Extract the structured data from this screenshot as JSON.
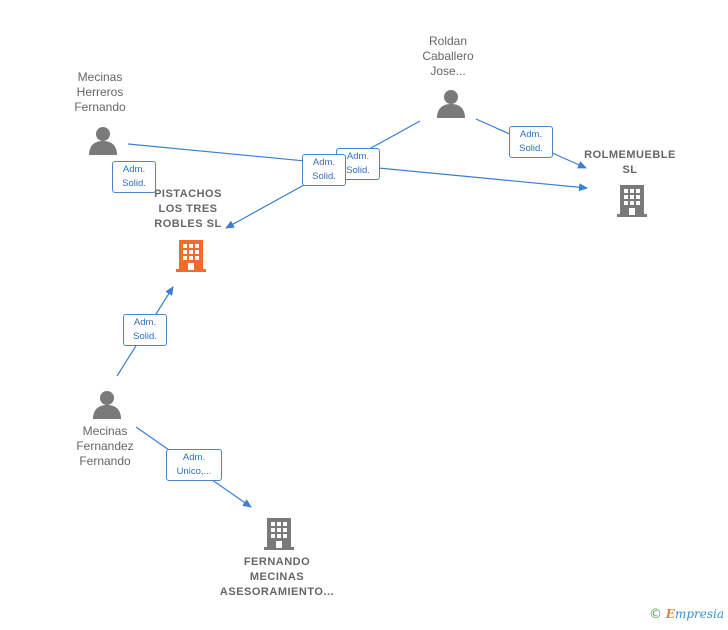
{
  "people": [
    {
      "id": "p1",
      "name_lines": [
        "Mecinas",
        "Herreros",
        "Fernando"
      ]
    },
    {
      "id": "p2",
      "name_lines": [
        "Roldan",
        "Caballero",
        "Jose..."
      ]
    },
    {
      "id": "p3",
      "name_lines": [
        "Mecinas",
        "Fernandez",
        "Fernando"
      ]
    }
  ],
  "companies": [
    {
      "id": "c1",
      "name_lines": [
        "PISTACHOS",
        "LOS TRES",
        "ROBLES  SL"
      ],
      "highlight": true
    },
    {
      "id": "c2",
      "name_lines": [
        "ROLMEMUEBLE",
        "SL"
      ],
      "highlight": false
    },
    {
      "id": "c3",
      "name_lines": [
        "FERNANDO",
        "MECINAS",
        "ASESORAMIENTO..."
      ],
      "highlight": false
    }
  ],
  "relations": [
    {
      "from": "p1",
      "to": "c2",
      "label_lines": [
        "Adm.",
        "Solid."
      ]
    },
    {
      "from": "p2",
      "to": "c1",
      "label_lines": [
        "Adm.",
        "Solid."
      ]
    },
    {
      "from": "p2",
      "to": "c2",
      "label_lines": [
        "Adm.",
        "Solid."
      ]
    },
    {
      "from": "p1",
      "to": "c1",
      "label_lines": [
        "Adm.",
        "Solid."
      ]
    },
    {
      "from": "p3",
      "to": "c1",
      "label_lines": [
        "Adm.",
        "Solid."
      ]
    },
    {
      "from": "p3",
      "to": "c3",
      "label_lines": [
        "Adm.",
        "Unico,..."
      ]
    }
  ],
  "colors": {
    "edge": "#3b7fd0",
    "person_icon": "#7a7a7a",
    "company_icon": "#7a7a7a",
    "company_highlight": "#f26a2e"
  },
  "footer": {
    "copyright": "©",
    "brand_first": "E",
    "brand_rest": "mpresia"
  }
}
